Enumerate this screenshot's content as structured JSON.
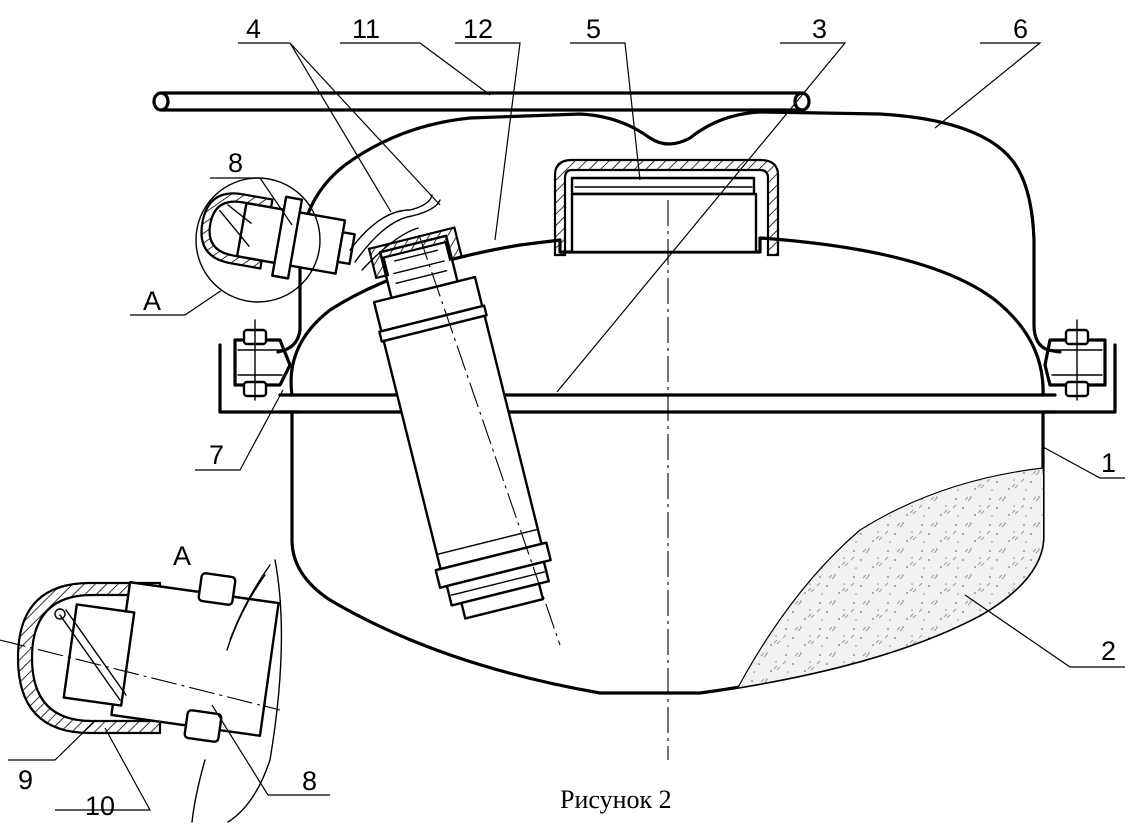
{
  "caption": "Рисунок 2",
  "detail_view": "А",
  "callouts": [
    {
      "id": "4",
      "text": "4"
    },
    {
      "id": "11",
      "text": "11"
    },
    {
      "id": "12",
      "text": "12"
    },
    {
      "id": "5",
      "text": "5"
    },
    {
      "id": "3",
      "text": "3"
    },
    {
      "id": "6",
      "text": "6"
    },
    {
      "id": "8",
      "text": "8"
    },
    {
      "id": "A",
      "text": "А"
    },
    {
      "id": "7",
      "text": "7"
    },
    {
      "id": "1",
      "text": "1"
    },
    {
      "id": "2",
      "text": "2"
    },
    {
      "id": "9",
      "text": "9"
    },
    {
      "id": "10",
      "text": "10"
    },
    {
      "id": "8b",
      "text": "8"
    }
  ]
}
